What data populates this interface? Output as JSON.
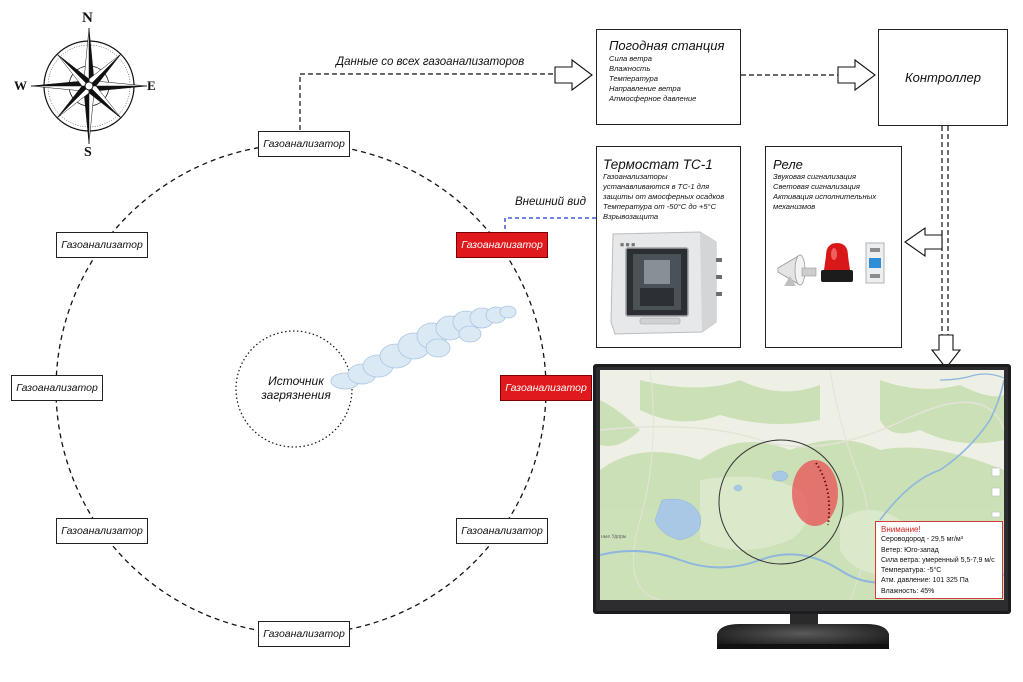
{
  "compass": {
    "north": "N",
    "south": "S",
    "east": "E",
    "west": "W"
  },
  "sensors": {
    "top": "Газоанализатор",
    "upper_right": "Газоанализатор",
    "left_upper": "Газоанализатор",
    "left": "Газоанализатор",
    "right": "Газоанализатор",
    "lower_left": "Газоанализатор",
    "lower_right": "Газоанализатор",
    "bottom": "Газоанализатор"
  },
  "source": {
    "line1": "Источник",
    "line2": "загрязнения"
  },
  "labels": {
    "data_flow": "Данные со всех газоанализаторов",
    "external_view": "Внешний вид"
  },
  "weather": {
    "title": "Погодная станция",
    "items": [
      "Сила ветра",
      "Влажность",
      "Температура",
      "Направление ветра",
      "Атмосферное давление"
    ]
  },
  "controller": {
    "title": "Контроллер"
  },
  "thermostat": {
    "title": "Термостат ТС-1",
    "lines": [
      "Газоанализаторы",
      "устанавливаются в ТС-1 для",
      "защиты от амосферных осадков",
      "Температура от -50°C до +5°C",
      "Взрывозащита"
    ]
  },
  "relay": {
    "title": "Реле",
    "lines": [
      "Звуковая сигнализация",
      "Световая сигнализация",
      "Активация исполнительных",
      "механизмов"
    ]
  },
  "map": {
    "place_label": "ные Удоры"
  },
  "alert": {
    "heading": "Внимание!",
    "lines": [
      "Сероводород - 29,5 мг/м³",
      "Ветер: Юго-запад",
      "Сила ветра: умеренный 5,5-7,9 м/с",
      "Температура: -5°C",
      "Атм. давление: 101 325 Па",
      "Влажность: 45%"
    ]
  },
  "colors": {
    "alarm": "#e0191c",
    "plume": "#e8595a",
    "link_blue": "#1f3ccf",
    "map_green": "#c9dfb2",
    "map_water": "#a8c8e6"
  }
}
